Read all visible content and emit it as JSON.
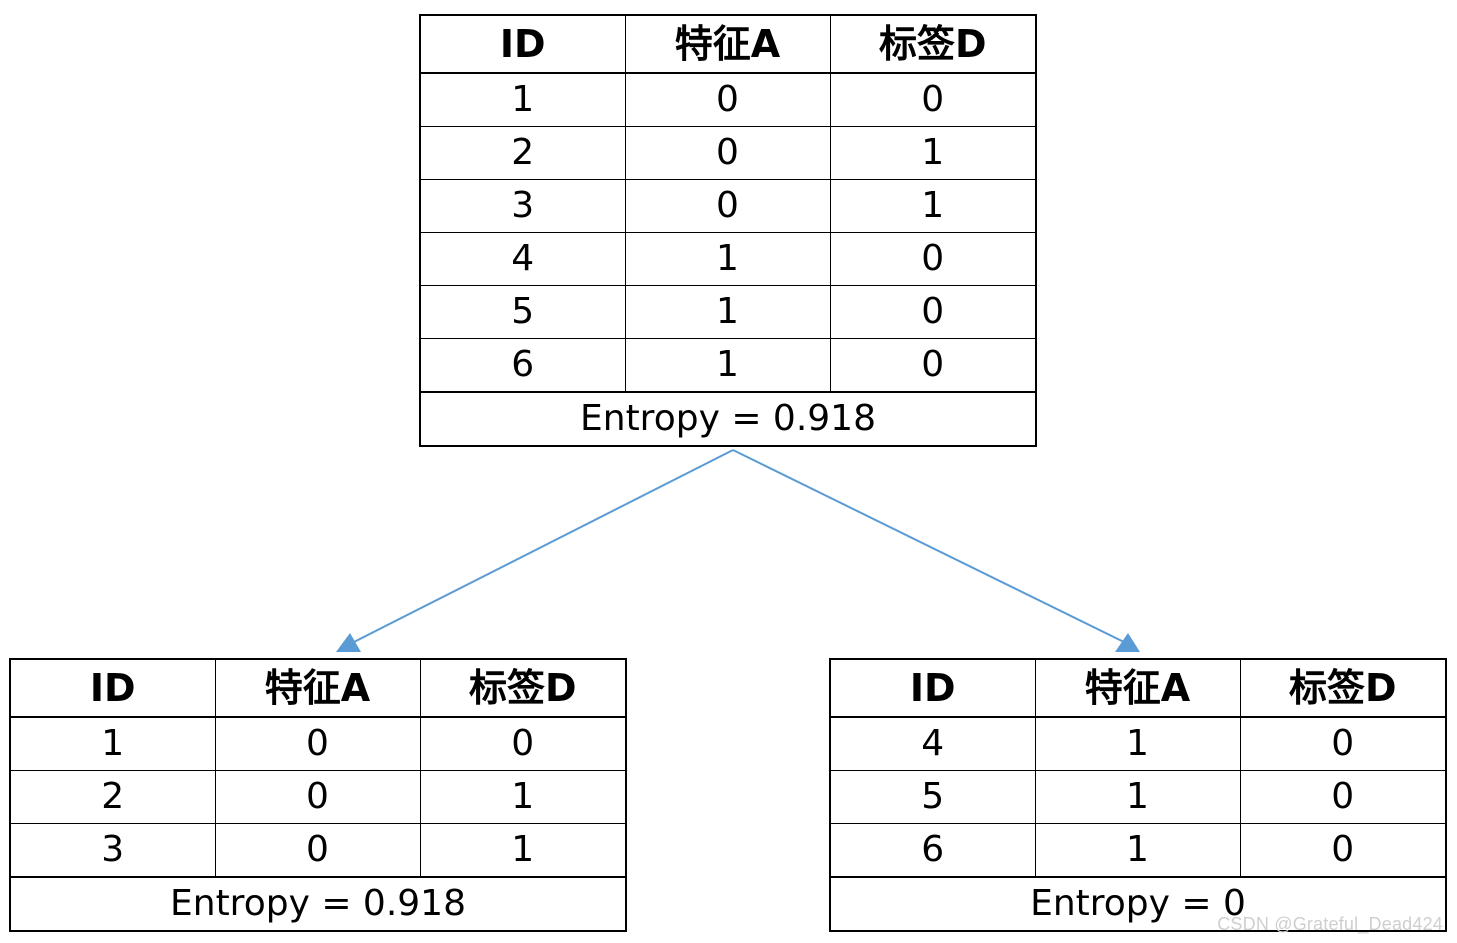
{
  "columns": [
    "ID",
    "特征A",
    "标签D"
  ],
  "root": {
    "rows": [
      [
        "1",
        "0",
        "0"
      ],
      [
        "2",
        "0",
        "1"
      ],
      [
        "3",
        "0",
        "1"
      ],
      [
        "4",
        "1",
        "0"
      ],
      [
        "5",
        "1",
        "0"
      ],
      [
        "6",
        "1",
        "0"
      ]
    ],
    "entropy": "Entropy = 0.918"
  },
  "left": {
    "rows": [
      [
        "1",
        "0",
        "0"
      ],
      [
        "2",
        "0",
        "1"
      ],
      [
        "3",
        "0",
        "1"
      ]
    ],
    "entropy": "Entropy = 0.918"
  },
  "right": {
    "rows": [
      [
        "4",
        "1",
        "0"
      ],
      [
        "5",
        "1",
        "0"
      ],
      [
        "6",
        "1",
        "0"
      ]
    ],
    "entropy": "Entropy = 0"
  },
  "arrow_color": "#5b9bd5",
  "watermark": "CSDN @Grateful_Dead424"
}
